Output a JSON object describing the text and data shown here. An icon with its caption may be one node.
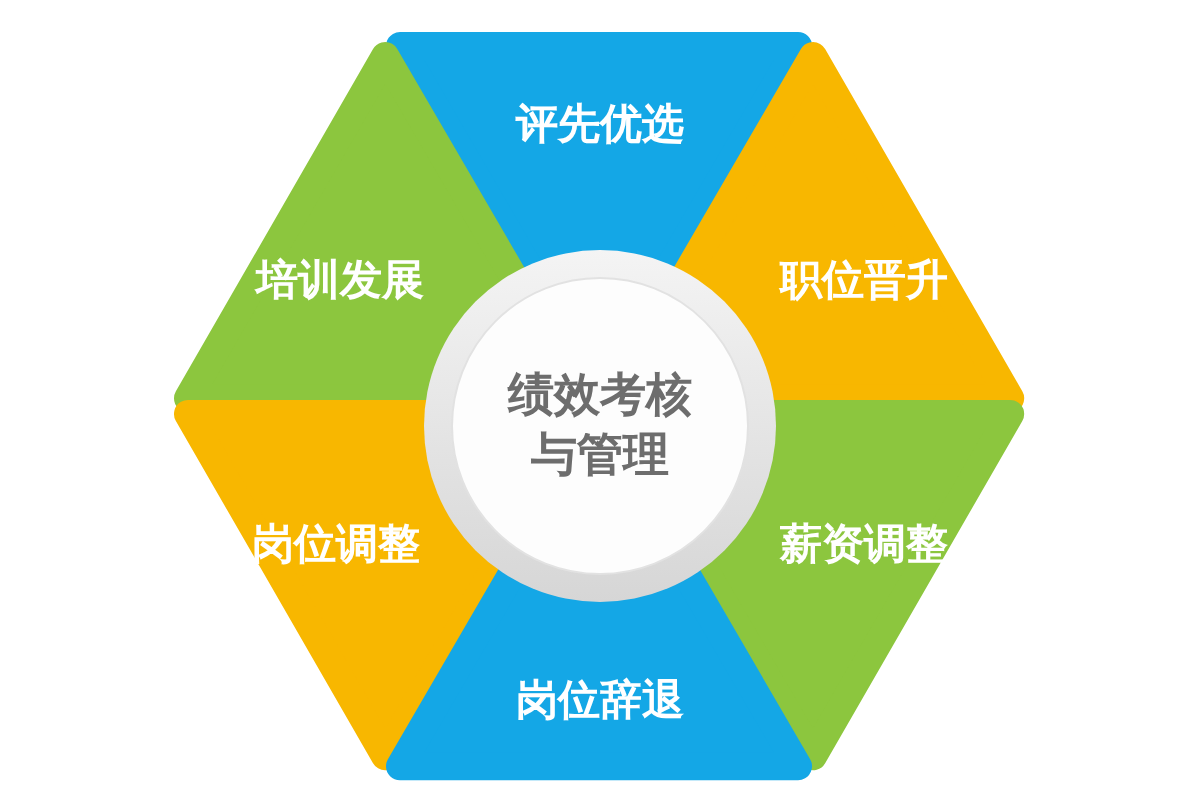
{
  "diagram": {
    "nodes": [
      {
        "text": [
          "评先优选"
        ]
      },
      {
        "text": [
          "培训发展"
        ]
      },
      {
        "text": [
          "职位晋升"
        ]
      },
      {
        "text": [
          "绩效考核与管理"
        ]
      },
      {
        "text": [
          "岗位调整"
        ]
      },
      {
        "text": [
          "薪资调整"
        ]
      },
      {
        "text": [
          "岗位辞退"
        ]
      }
    ]
  }
}
